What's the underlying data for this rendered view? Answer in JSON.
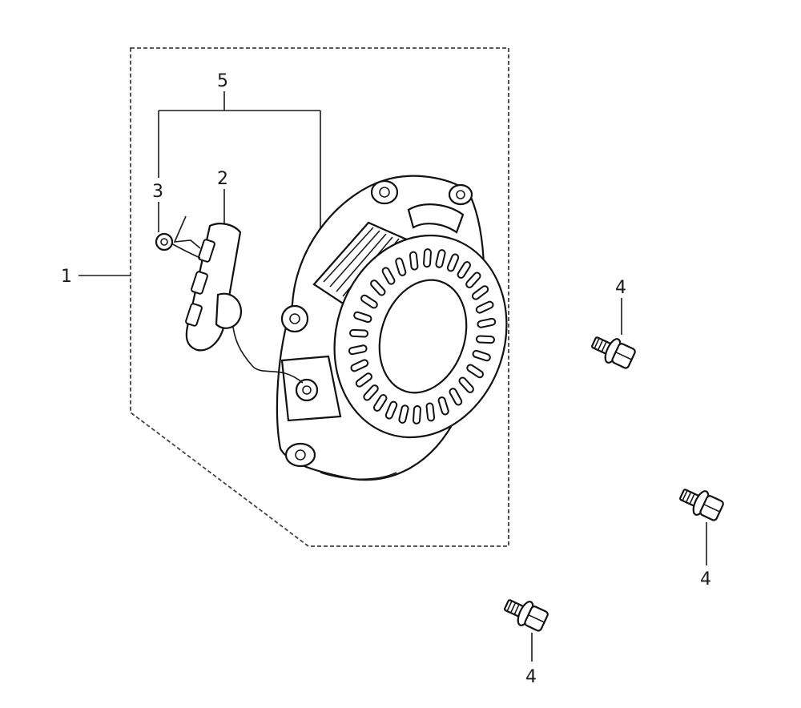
{
  "callouts": {
    "assembly": "1",
    "grip": "2",
    "rope": "3",
    "rope_set": "5",
    "bolt_a": "4",
    "bolt_b": "4",
    "bolt_c": "4"
  }
}
